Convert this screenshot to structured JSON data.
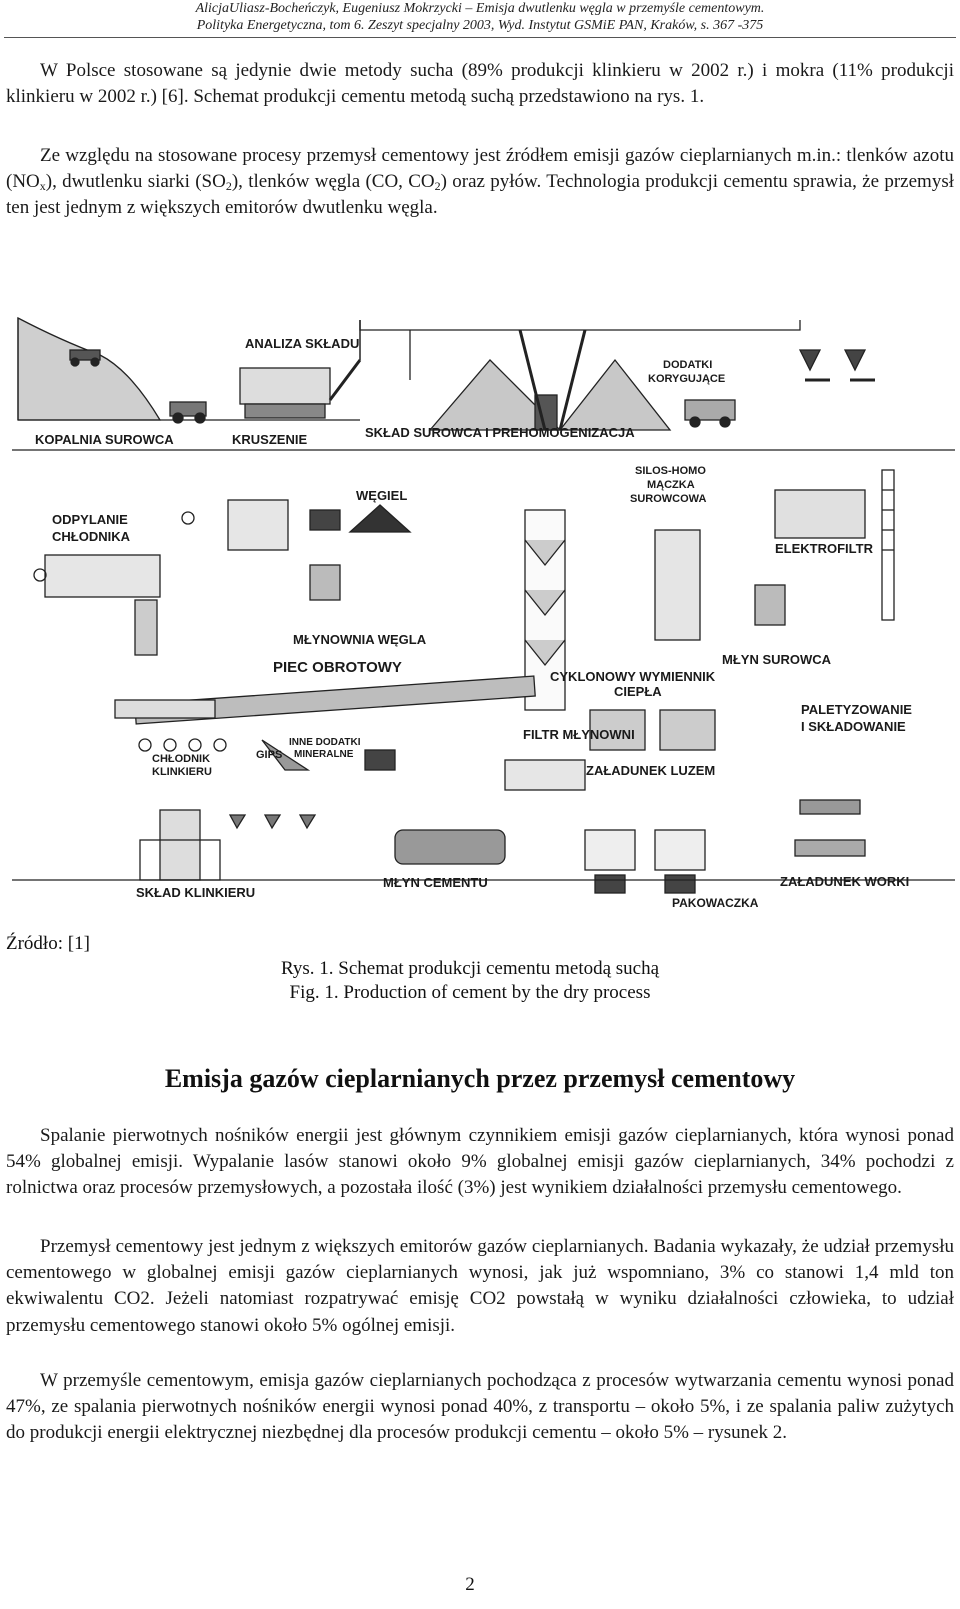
{
  "header": {
    "line1": "AlicjaUliasz-Bocheńczyk, Eugeniusz Mokrzycki – Emisja dwutlenku węgla w przemyśle cementowym.",
    "line2": "Polityka Energetyczna, tom 6. Zeszyt specjalny 2003, Wyd. Instytut GSMiE PAN, Kraków, s. 367 -375"
  },
  "intro": {
    "p1": "W Polsce stosowane są jedynie dwie metody sucha (89% produkcji klinkieru w 2002 r.) i mokra (11% produkcji klinkieru w 2002 r.) [6]. Schemat produkcji cementu metodą suchą przedstawiono na rys. 1.",
    "p2_a": "Ze względu na stosowane procesy przemysł cementowy jest źródłem emisji gazów cieplarnianych m.in.: tlenków azotu (NO",
    "p2_sub1": "x",
    "p2_b": "), dwutlenku siarki (SO",
    "p2_sub2": "2",
    "p2_c": "), tlenków węgla (CO, CO",
    "p2_sub3": "2",
    "p2_d": ") oraz pyłów. Technologia produkcji cementu sprawia, że przemysł ten jest jednym z większych emitorów dwutlenku węgla."
  },
  "diagram": {
    "labels": {
      "analiza": "ANALIZA SKŁADU",
      "dodatki1": "DODATKI",
      "dodatki2": "KORYGUJĄCE",
      "kopalnia": "KOPALNIA SUROWCA",
      "kruszenie": "KRUSZENIE",
      "sklad": "SKŁAD SUROWCA I PREHOMOGENIZACJA",
      "silos1": "SILOS-HOMO",
      "silos2": "MĄCZKA",
      "silos3": "SUROWCOWA",
      "wegiel": "WĘGIEL",
      "odpyl1": "ODPYLANIE",
      "odpyl2": "CHŁODNIKA",
      "elektro": "ELEKTROFILTR",
      "mlynownia": "MŁYNOWNIA WĘGLA",
      "piec": "PIEC OBROTOWY",
      "mlyn_sur": "MŁYN SUROWCA",
      "cyklon1": "CYKLONOWY WYMIENNIK",
      "cyklon2": "CIEPŁA",
      "palet1": "PALETYZOWANIE",
      "palet2": "I SKŁADOWANIE",
      "filtr": "FILTR MŁYNOWNI",
      "inne1": "INNE DODATKI",
      "inne2": "MINERALNE",
      "gips": "GIPS",
      "chlod1": "CHŁODNIK",
      "chlod2": "KLINKIERU",
      "zaladunek_luzem": "ZAŁADUNEK LUZEM",
      "sklad_klinkieru": "SKŁAD KLINKIERU",
      "mlyn_cementu": "MŁYN CEMENTU",
      "zaladunek_worki": "ZAŁADUNEK WORKI",
      "pakowaczka": "PAKOWACZKA"
    }
  },
  "figure": {
    "source": "Źródło: [1]",
    "caption_pl": "Rys. 1. Schemat produkcji cementu metodą suchą",
    "caption_en": "Fig. 1. Production of cement by the dry process"
  },
  "section": {
    "title": "Emisja gazów cieplarnianych przez przemysł cementowy",
    "p1": "Spalanie pierwotnych nośników energii jest głównym czynnikiem emisji gazów cieplarnianych, która wynosi ponad 54% globalnej emisji. Wypalanie lasów stanowi około 9% globalnej emisji gazów cieplarnianych, 34% pochodzi z rolnictwa oraz procesów przemysłowych, a pozostała ilość (3%) jest wynikiem działalności przemysłu cementowego.",
    "p2": "Przemysł cementowy jest jednym z większych emitorów gazów cieplarnianych. Badania wykazały, że udział przemysłu cementowego w globalnej emisji gazów cieplarnianych wynosi, jak już wspomniano, 3% co stanowi 1,4 mld ton ekwiwalentu CO2. Jeżeli natomiast rozpatrywać emisję CO2 powstałą w wyniku działalności człowieka, to udział przemysłu cementowego stanowi około 5% ogólnej emisji.",
    "p3": "W przemyśle cementowym, emisja gazów cieplarnianych pochodząca z procesów wytwarzania cementu wynosi ponad 47%, ze spalania pierwotnych nośników energii wynosi ponad 40%, z transportu – około 5%, i ze spalania paliw zużytych do produkcji energii elektrycznej niezbędnej dla procesów produkcji cementu – około 5% – rysunek 2."
  },
  "page_number": "2"
}
